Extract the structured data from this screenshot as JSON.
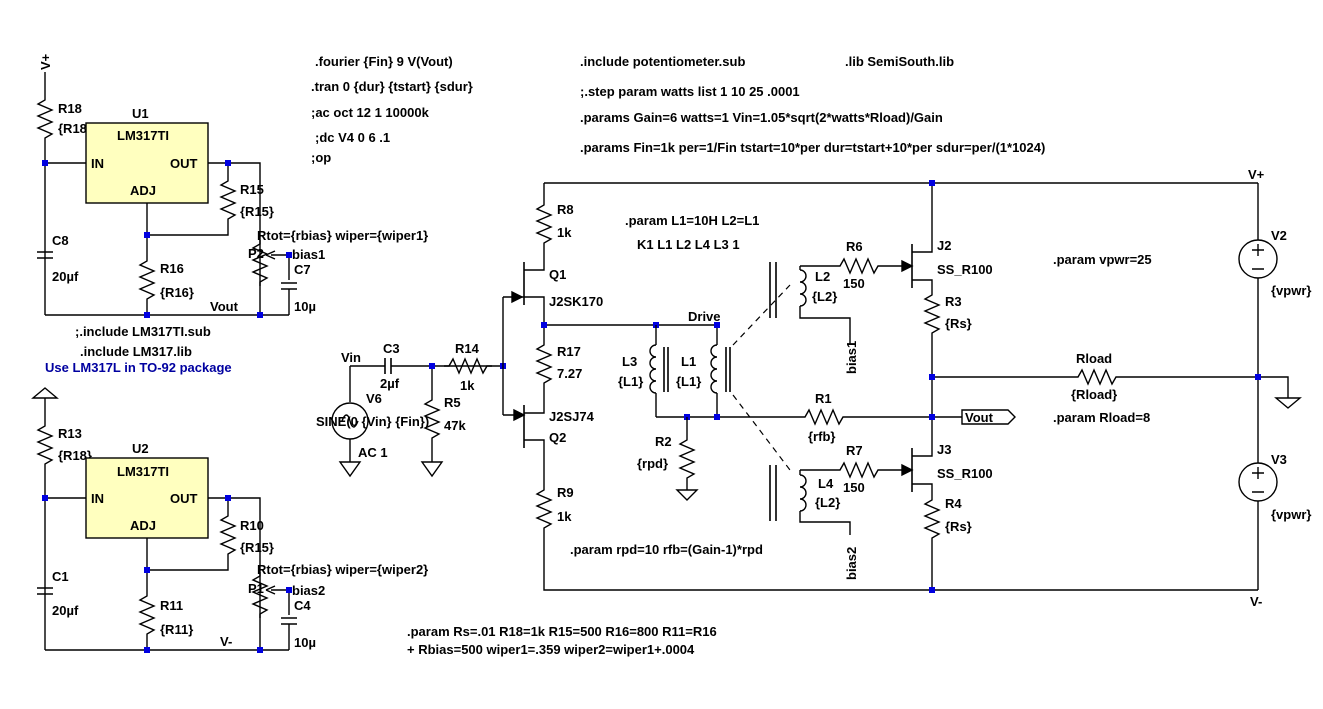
{
  "directives": {
    "fourier": ".fourier {Fin} 9 V(Vout)",
    "tran": ".tran 0 {dur} {tstart} {sdur}",
    "ac": ";ac oct 12 1 10000k",
    "dc": ";dc V4 0 6 .1",
    "op": ";op",
    "include_pot": ".include potentiometer.sub",
    "lib": ".lib SemiSouth.lib",
    "step": ";.step param watts list 1  10   25 .0001",
    "params_gain": ".params Gain=6 watts=1 Vin=1.05*sqrt(2*watts*Rload)/Gain",
    "params_fin": ".params Fin=1k per=1/Fin tstart=10*per dur=tstart+10*per sdur=per/(1*1024)",
    "param_l": ".param L1=10H L2=L1",
    "coupling": "K1 L1 L2 L4  L3 1",
    "vpwr": ".param vpwr=25",
    "rload_param": ".param Rload=8",
    "rpd": ".param rpd=10 rfb=(Gain-1)*rpd",
    "rs_line1": ".param Rs=.01 R18=1k R15=500 R16=800 R11=R16",
    "rs_line2": "+ Rbias=500 wiper1=.359 wiper2=wiper1+.0004",
    "inc_lm317ti": ";.include LM317TI.sub",
    "inc_lm317": ".include LM317.lib",
    "note": "Use LM317L in TO-92 package"
  },
  "nets": {
    "vplus_top": "V+",
    "vplus_right": "V+",
    "vminus_left": "V-",
    "vminus_right": "V-",
    "vout_top": "Vout",
    "vout_mid": "Vout",
    "vin": "Vin",
    "drive": "Drive",
    "bias1": "bias1",
    "bias1_label": "bias1",
    "bias2": "bias2",
    "bias2_label": "bias2"
  },
  "components": {
    "r18": {
      "name": "R18",
      "value": "{R18}"
    },
    "u1": {
      "name": "U1",
      "part": "LM317TI",
      "in": "IN",
      "out": "OUT",
      "adj": "ADJ"
    },
    "r15": {
      "name": "R15",
      "value": "{R15}"
    },
    "c8": {
      "name": "C8",
      "value": "20µf"
    },
    "r16": {
      "name": "R16",
      "value": "{R16}"
    },
    "p2": {
      "name": "P2",
      "attr": "Rtot={rbias} wiper={wiper1}"
    },
    "c7": {
      "name": "C7",
      "value": "10µ"
    },
    "r13": {
      "name": "R13",
      "value": "{R18}"
    },
    "u2": {
      "name": "U2",
      "part": "LM317TI",
      "in": "IN",
      "out": "OUT",
      "adj": "ADJ"
    },
    "r10": {
      "name": "R10",
      "value": "{R15}"
    },
    "c1": {
      "name": "C1",
      "value": "20µf"
    },
    "r11": {
      "name": "R11",
      "value": "{R11}"
    },
    "p1": {
      "name": "P1",
      "attr": "Rtot={rbias} wiper={wiper2}"
    },
    "c4": {
      "name": "C4",
      "value": "10µ"
    },
    "c3": {
      "name": "C3",
      "value": "2µf"
    },
    "r14": {
      "name": "R14",
      "value": "1k"
    },
    "v6": {
      "name": "V6",
      "value": "SINE(0 {Vin} {Fin})",
      "ac": "AC 1"
    },
    "r5": {
      "name": "R5",
      "value": "47k"
    },
    "r8": {
      "name": "R8",
      "value": "1k"
    },
    "q1": {
      "name": "Q1",
      "part": "J2SK170"
    },
    "r17": {
      "name": "R17",
      "value": "7.27"
    },
    "q2": {
      "name": "Q2",
      "part": "J2SJ74"
    },
    "r9": {
      "name": "R9",
      "value": "1k"
    },
    "l3": {
      "name": "L3",
      "value": "{L1}"
    },
    "l1": {
      "name": "L1",
      "value": "{L1}"
    },
    "r2": {
      "name": "R2",
      "value": "{rpd}"
    },
    "l2": {
      "name": "L2",
      "value": "{L2}"
    },
    "r6": {
      "name": "R6",
      "value": "150"
    },
    "j2": {
      "name": "J2",
      "part": "SS_R100"
    },
    "r3": {
      "name": "R3",
      "value": "{Rs}"
    },
    "r1": {
      "name": "R1",
      "value": "{rfb}"
    },
    "l4": {
      "name": "L4",
      "value": "{L2}"
    },
    "r7": {
      "name": "R7",
      "value": "150"
    },
    "j3": {
      "name": "J3",
      "part": "SS_R100"
    },
    "r4": {
      "name": "R4",
      "value": "{Rs}"
    },
    "rload": {
      "name": "Rload",
      "value": "{Rload}"
    },
    "v2": {
      "name": "V2",
      "value": "{vpwr}"
    },
    "v3": {
      "name": "V3",
      "value": "{vpwr}"
    }
  }
}
